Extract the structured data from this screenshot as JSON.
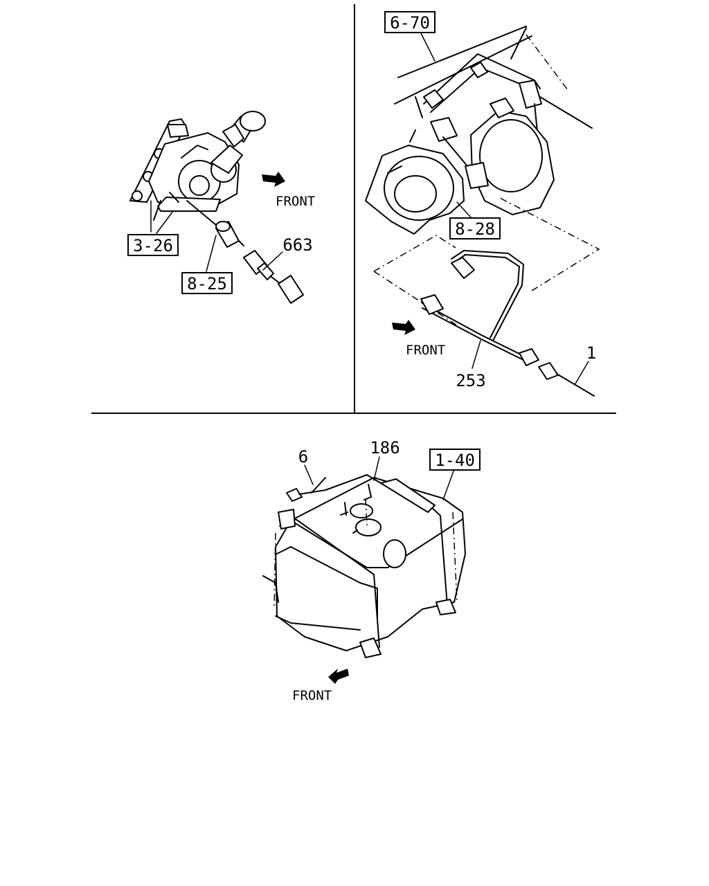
{
  "callouts": {
    "ref_3_26": "3-26",
    "ref_8_25": "8-25",
    "ref_6_70": "6-70",
    "ref_8_28": "8-28",
    "ref_1_40": "1-40",
    "part_663": "663",
    "part_253": "253",
    "part_1": "1",
    "part_6": "6",
    "part_186": "186"
  },
  "direction_labels": {
    "front_top_left": "FRONT",
    "front_top_right": "FRONT",
    "front_bottom": "FRONT"
  }
}
